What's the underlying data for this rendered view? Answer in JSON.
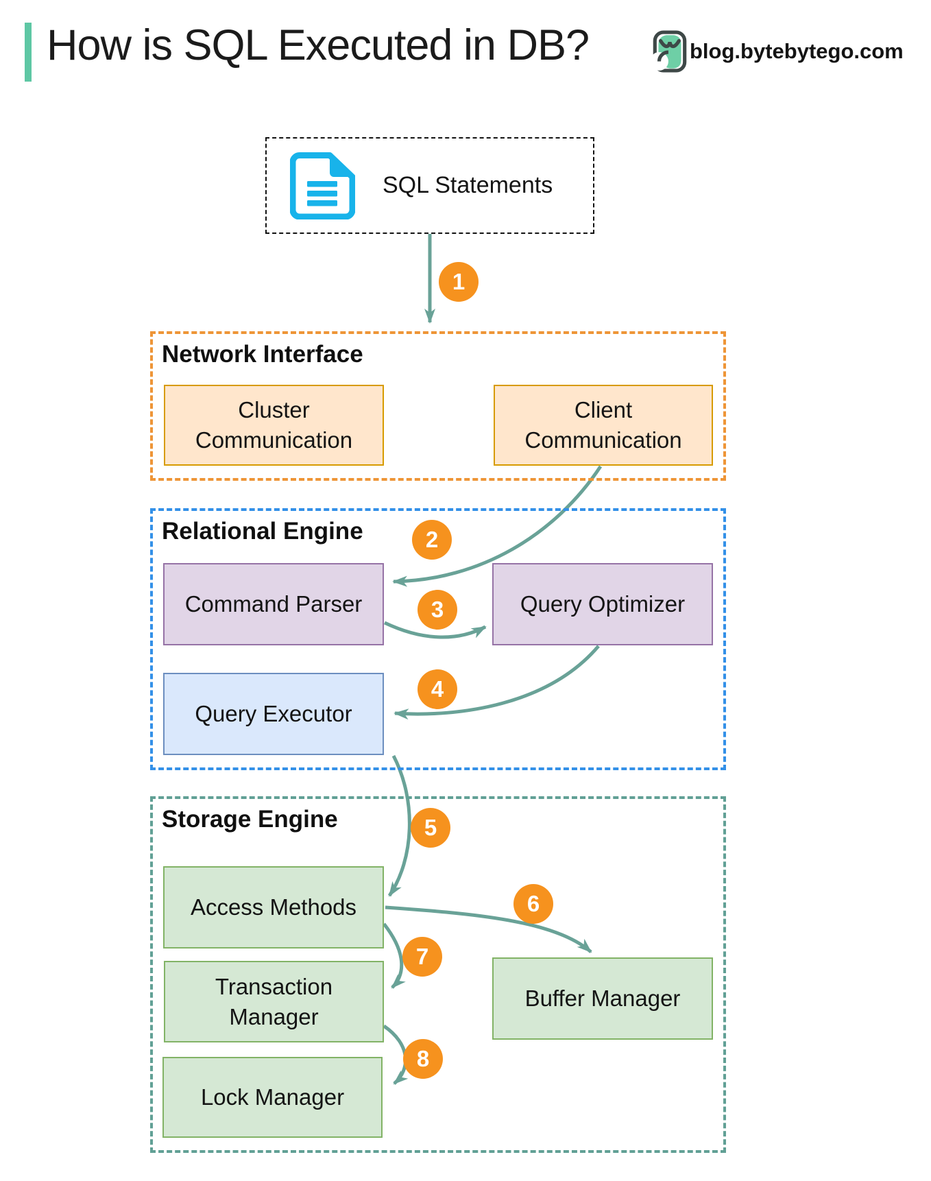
{
  "header": {
    "title": "How is SQL Executed in DB?",
    "site": "blog.bytebytego.com"
  },
  "source": {
    "label": "SQL Statements"
  },
  "sections": {
    "network": {
      "label": "Network Interface"
    },
    "relational": {
      "label": "Relational Engine"
    },
    "storage": {
      "label": "Storage Engine"
    }
  },
  "nodes": {
    "cluster_communication": "Cluster Communication",
    "client_communication": "Client Communication",
    "command_parser": "Command Parser",
    "query_optimizer": "Query Optimizer",
    "query_executor": "Query Executor",
    "access_methods": "Access Methods",
    "transaction_manager": "Transaction Manager",
    "lock_manager": "Lock Manager",
    "buffer_manager": "Buffer Manager"
  },
  "steps": [
    "1",
    "2",
    "3",
    "4",
    "5",
    "6",
    "7",
    "8"
  ],
  "colors": {
    "accent_green": "#5EC7A4",
    "arrow_teal": "#69A297",
    "badge_orange": "#F6921E",
    "network_border": "#EE9537",
    "relational_border": "#3390E8",
    "storage_border": "#61A095",
    "orange_fill": "#FFE6CC",
    "orange_stroke": "#D79B00",
    "purple_fill": "#E1D5E7",
    "purple_stroke": "#9673A6",
    "blue_fill": "#DAE8FC",
    "blue_stroke": "#6C8EBF",
    "green_fill": "#D5E8D4",
    "green_stroke": "#82B366",
    "document_cyan": "#18B3EA",
    "logo_green": "#6ECFA6",
    "logo_outline": "#3E4847"
  }
}
